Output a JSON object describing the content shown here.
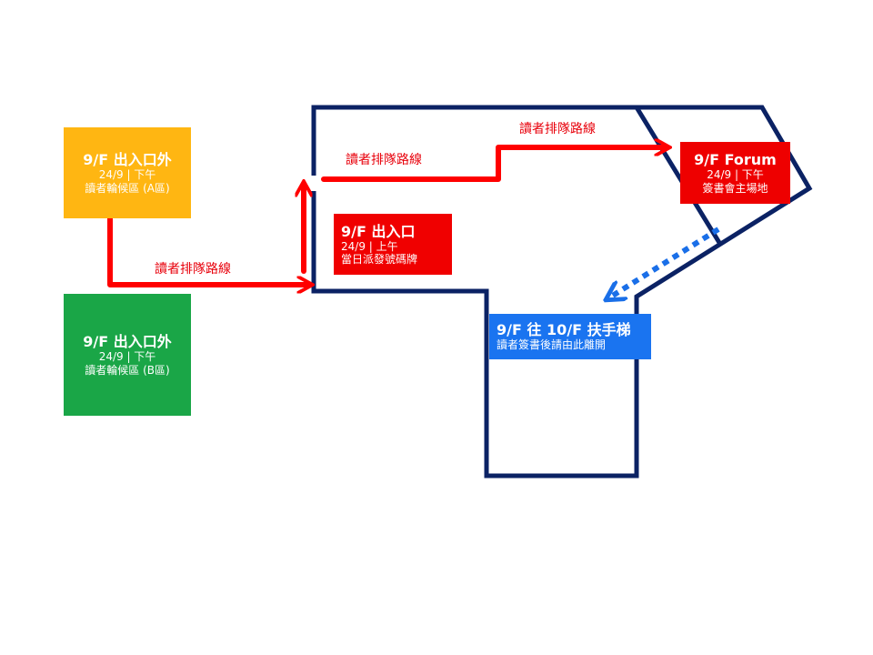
{
  "colors": {
    "outline": "#0b2264",
    "route": "#ff0000",
    "exit_route": "#1a6fe8",
    "zone_a": "#ffb612",
    "zone_b": "#1aa647",
    "entrance": "#f00000",
    "forum": "#ee0000",
    "escalator": "#1a74f0"
  },
  "zone_a": {
    "title": "9/F 出入口外",
    "date": "24/9 | 下午",
    "desc": "讀者輪候區 (A區)"
  },
  "zone_b": {
    "title": "9/F 出入口外",
    "date": "24/9 | 下午",
    "desc": "讀者輪候區 (B區)"
  },
  "entrance": {
    "title": "9/F 出入口",
    "date": "24/9 | 上午",
    "desc": "當日派發號碼牌"
  },
  "forum": {
    "title": "9/F Forum",
    "date": "24/9 | 下午",
    "desc": "簽書會主場地"
  },
  "escalator": {
    "title": "9/F 往 10/F 扶手梯",
    "desc": "讀者簽書後請由此離開"
  },
  "route_labels": {
    "label_1": "讀者排隊路線",
    "label_2": "讀者排隊路線",
    "label_3": "讀者排隊路線"
  }
}
